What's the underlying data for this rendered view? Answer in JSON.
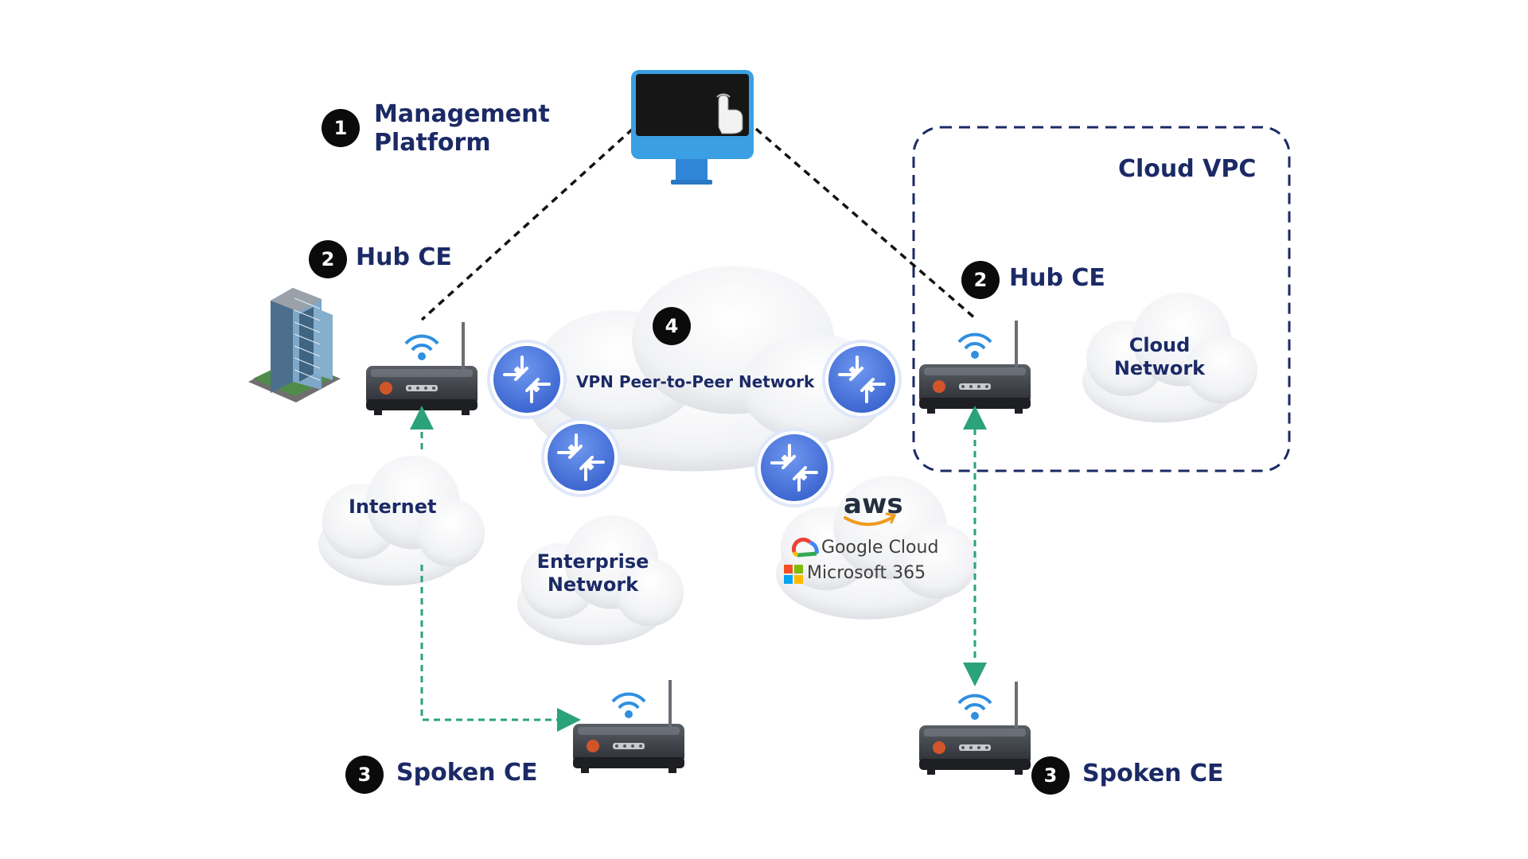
{
  "management": {
    "step": "1",
    "label_line1": "Management",
    "label_line2": "Platform"
  },
  "hub_left": {
    "step": "2",
    "label": "Hub CE"
  },
  "hub_right": {
    "step": "2",
    "label": "Hub CE"
  },
  "vpn": {
    "step": "4",
    "label": "VPN Peer-to-Peer Network"
  },
  "cloud_vpc": {
    "label": "Cloud VPC"
  },
  "cloud_network": {
    "line1": "Cloud",
    "line2": "Network"
  },
  "internet": {
    "label": "Internet"
  },
  "enterprise": {
    "line1": "Enterprise",
    "line2": "Network"
  },
  "spoke_left": {
    "step": "3",
    "label": "Spoken CE"
  },
  "spoke_right": {
    "step": "3",
    "label": "Spoken CE"
  },
  "vendors": {
    "aws": "aws",
    "google": "Google Cloud",
    "microsoft": "Microsoft 365"
  },
  "colors": {
    "label": "#1b2a66",
    "badge": "#0b0b0b",
    "dashed_black": "#111111",
    "dashed_green": "#2aa37a",
    "router_icon": "#3f6fd8",
    "vpc_border": "#1b2a66"
  }
}
